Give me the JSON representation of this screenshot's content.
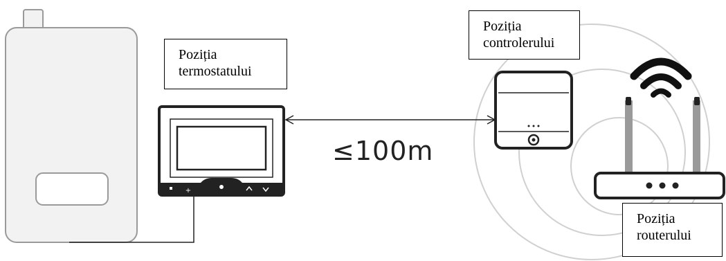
{
  "labels": {
    "thermostat": [
      "Poziția",
      "termostatului"
    ],
    "controller": [
      "Poziția",
      "controlerului"
    ],
    "router": [
      "Poziția",
      "routerului"
    ]
  },
  "distance": "≤100m",
  "colors": {
    "line": "#222222",
    "boiler_fill": "#f2f2f2",
    "boiler_stroke": "#9a9a9a",
    "antenna": "#9a9a9a",
    "signal_rings": "#d0d0d0"
  },
  "icons": {
    "boiler": "boiler-icon",
    "thermostat": "thermostat-device-icon",
    "controller": "controller-device-icon",
    "router": "router-icon",
    "wifi": "wifi-icon"
  }
}
